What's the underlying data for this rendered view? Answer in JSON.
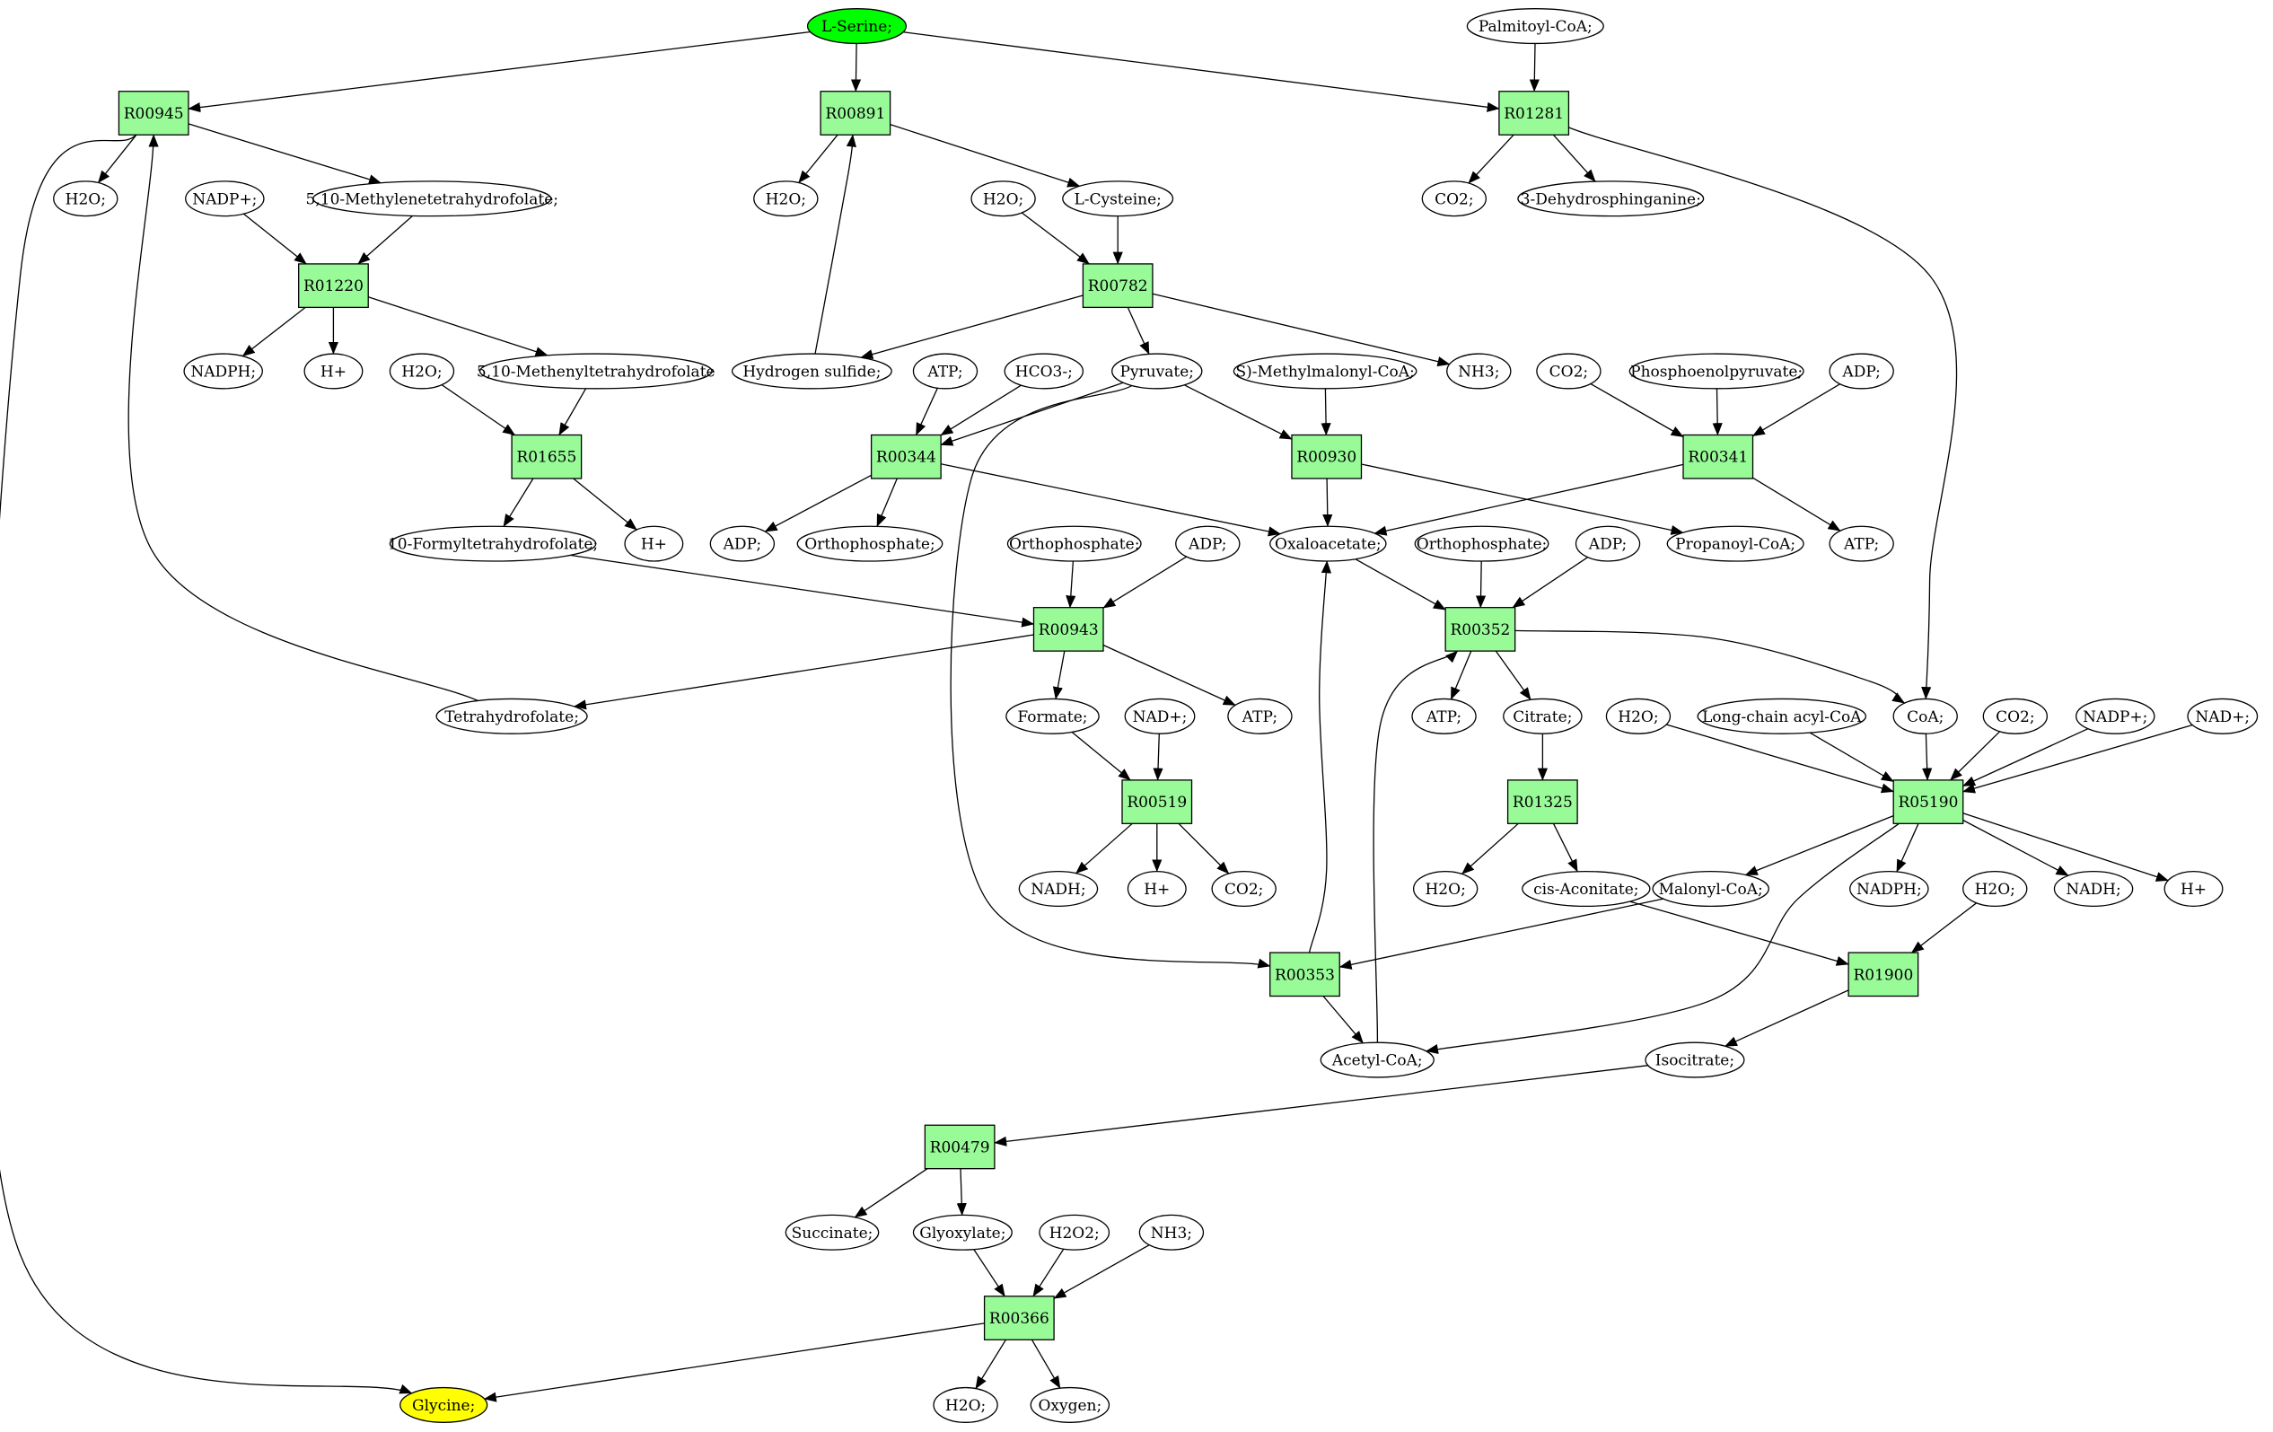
{
  "colors": {
    "reaction_fill": "#98fb98",
    "start_fill": "#00ff00",
    "end_fill": "#ffff00",
    "compound_fill": "#ffffff",
    "stroke": "#000000"
  },
  "nodes": {
    "serine": {
      "label": "L-Serine;",
      "kind": "start"
    },
    "palm": {
      "label": "Palmitoyl-CoA;",
      "kind": "compound"
    },
    "R00945": {
      "label": "R00945",
      "kind": "reaction"
    },
    "R00891": {
      "label": "R00891",
      "kind": "reaction"
    },
    "R01281": {
      "label": "R01281",
      "kind": "reaction"
    },
    "h2o_1": {
      "label": "H2O;",
      "kind": "compound"
    },
    "nadpp_1": {
      "label": "NADP+;",
      "kind": "compound"
    },
    "mthf": {
      "label": "5,10-Methylenetetrahydrofolate;",
      "kind": "compound"
    },
    "h2o_2": {
      "label": "H2O;",
      "kind": "compound"
    },
    "h2o_3": {
      "label": "H2O;",
      "kind": "compound"
    },
    "lcys": {
      "label": "L-Cysteine;",
      "kind": "compound"
    },
    "co2_1": {
      "label": "CO2;",
      "kind": "compound"
    },
    "dhs": {
      "label": "3-Dehydrosphinganine;",
      "kind": "compound"
    },
    "R01220": {
      "label": "R01220",
      "kind": "reaction"
    },
    "R00782": {
      "label": "R00782",
      "kind": "reaction"
    },
    "nadph_1": {
      "label": "NADPH;",
      "kind": "compound"
    },
    "hp_1": {
      "label": "H+",
      "kind": "compound"
    },
    "h2o_4": {
      "label": "H2O;",
      "kind": "compound"
    },
    "menthf": {
      "label": "5,10-Methenyltetrahydrofolate",
      "kind": "compound"
    },
    "h2s": {
      "label": "Hydrogen sulfide;",
      "kind": "compound"
    },
    "atp_1": {
      "label": "ATP;",
      "kind": "compound"
    },
    "hco3": {
      "label": "HCO3-;",
      "kind": "compound"
    },
    "pyr": {
      "label": "Pyruvate;",
      "kind": "compound"
    },
    "smm": {
      "label": "S)-Methylmalonyl-CoA;",
      "kind": "compound"
    },
    "nh3_1": {
      "label": "NH3;",
      "kind": "compound"
    },
    "co2_2": {
      "label": "CO2;",
      "kind": "compound"
    },
    "pep": {
      "label": "Phosphoenolpyruvate;",
      "kind": "compound"
    },
    "adp_1": {
      "label": "ADP;",
      "kind": "compound"
    },
    "R01655": {
      "label": "R01655",
      "kind": "reaction"
    },
    "R00344": {
      "label": "R00344",
      "kind": "reaction"
    },
    "R00930": {
      "label": "R00930",
      "kind": "reaction"
    },
    "R00341": {
      "label": "R00341",
      "kind": "reaction"
    },
    "fthf": {
      "label": "10-Formyltetrahydrofolate;",
      "kind": "compound"
    },
    "hp_2": {
      "label": "H+",
      "kind": "compound"
    },
    "adp_2": {
      "label": "ADP;",
      "kind": "compound"
    },
    "orth_1": {
      "label": "Orthophosphate;",
      "kind": "compound"
    },
    "orth_2": {
      "label": "Orthophosphate;",
      "kind": "compound"
    },
    "adp_3": {
      "label": "ADP;",
      "kind": "compound"
    },
    "oaa": {
      "label": "Oxaloacetate;",
      "kind": "compound"
    },
    "orth_3": {
      "label": "Orthophosphate;",
      "kind": "compound"
    },
    "adp_4": {
      "label": "ADP;",
      "kind": "compound"
    },
    "propcoa": {
      "label": "Propanoyl-CoA;",
      "kind": "compound"
    },
    "atp_2": {
      "label": "ATP;",
      "kind": "compound"
    },
    "R00943": {
      "label": "R00943",
      "kind": "reaction"
    },
    "R00352": {
      "label": "R00352",
      "kind": "reaction"
    },
    "thf": {
      "label": "Tetrahydrofolate;",
      "kind": "compound"
    },
    "formate": {
      "label": "Formate;",
      "kind": "compound"
    },
    "nadp_2": {
      "label": "NAD+;",
      "kind": "compound"
    },
    "atp_3": {
      "label": "ATP;",
      "kind": "compound"
    },
    "atp_4": {
      "label": "ATP;",
      "kind": "compound"
    },
    "citrate": {
      "label": "Citrate;",
      "kind": "compound"
    },
    "h2o_5": {
      "label": "H2O;",
      "kind": "compound"
    },
    "lcacoa": {
      "label": "Long-chain acyl-CoA",
      "kind": "compound"
    },
    "coa": {
      "label": "CoA;",
      "kind": "compound"
    },
    "co2_3": {
      "label": "CO2;",
      "kind": "compound"
    },
    "nadpp_3": {
      "label": "NADP+;",
      "kind": "compound"
    },
    "nadp_4": {
      "label": "NAD+;",
      "kind": "compound"
    },
    "R00519": {
      "label": "R00519",
      "kind": "reaction"
    },
    "R01325": {
      "label": "R01325",
      "kind": "reaction"
    },
    "R05190": {
      "label": "R05190",
      "kind": "reaction"
    },
    "nadh_1": {
      "label": "NADH;",
      "kind": "compound"
    },
    "hp_3": {
      "label": "H+",
      "kind": "compound"
    },
    "co2_4": {
      "label": "CO2;",
      "kind": "compound"
    },
    "h2o_6": {
      "label": "H2O;",
      "kind": "compound"
    },
    "cisacon": {
      "label": "cis-Aconitate;",
      "kind": "compound"
    },
    "malcoa": {
      "label": "Malonyl-CoA;",
      "kind": "compound"
    },
    "nadph_2": {
      "label": "NADPH;",
      "kind": "compound"
    },
    "h2o_7": {
      "label": "H2O;",
      "kind": "compound"
    },
    "nadh_2": {
      "label": "NADH;",
      "kind": "compound"
    },
    "hp_4": {
      "label": "H+",
      "kind": "compound"
    },
    "R00353": {
      "label": "R00353",
      "kind": "reaction"
    },
    "R01900": {
      "label": "R01900",
      "kind": "reaction"
    },
    "acetyl": {
      "label": "Acetyl-CoA;",
      "kind": "compound"
    },
    "isocit": {
      "label": "Isocitrate;",
      "kind": "compound"
    },
    "R00479": {
      "label": "R00479",
      "kind": "reaction"
    },
    "succ": {
      "label": "Succinate;",
      "kind": "compound"
    },
    "glyox": {
      "label": "Glyoxylate;",
      "kind": "compound"
    },
    "h2o2": {
      "label": "H2O2;",
      "kind": "compound"
    },
    "nh3_2": {
      "label": "NH3;",
      "kind": "compound"
    },
    "R00366": {
      "label": "R00366",
      "kind": "reaction"
    },
    "glycine": {
      "label": "Glycine;",
      "kind": "end"
    },
    "h2o_8": {
      "label": "H2O;",
      "kind": "compound"
    },
    "oxygen": {
      "label": "Oxygen;",
      "kind": "compound"
    }
  },
  "edges": [
    [
      "serine",
      "R00945"
    ],
    [
      "serine",
      "R00891"
    ],
    [
      "serine",
      "R01281"
    ],
    [
      "palm",
      "R01281"
    ],
    [
      "R00945",
      "h2o_1"
    ],
    [
      "R00945",
      "mthf"
    ],
    [
      "R00945",
      "glycine"
    ],
    [
      "R00891",
      "h2o_2"
    ],
    [
      "R00891",
      "lcys"
    ],
    [
      "R01281",
      "co2_1"
    ],
    [
      "R01281",
      "dhs"
    ],
    [
      "R01281",
      "coa"
    ],
    [
      "nadpp_1",
      "R01220"
    ],
    [
      "mthf",
      "R01220"
    ],
    [
      "R01220",
      "nadph_1"
    ],
    [
      "R01220",
      "hp_1"
    ],
    [
      "R01220",
      "menthf"
    ],
    [
      "h2o_3",
      "R00782"
    ],
    [
      "lcys",
      "R00782"
    ],
    [
      "R00782",
      "h2s"
    ],
    [
      "R00782",
      "pyr"
    ],
    [
      "R00782",
      "nh3_1"
    ],
    [
      "h2s",
      "R00891"
    ],
    [
      "h2o_4",
      "R01655"
    ],
    [
      "menthf",
      "R01655"
    ],
    [
      "R01655",
      "fthf"
    ],
    [
      "R01655",
      "hp_2"
    ],
    [
      "atp_1",
      "R00344"
    ],
    [
      "hco3",
      "R00344"
    ],
    [
      "pyr",
      "R00344"
    ],
    [
      "R00344",
      "adp_2"
    ],
    [
      "R00344",
      "orth_1"
    ],
    [
      "R00344",
      "oaa"
    ],
    [
      "pyr",
      "R00930"
    ],
    [
      "smm",
      "R00930"
    ],
    [
      "R00930",
      "oaa"
    ],
    [
      "R00930",
      "propcoa"
    ],
    [
      "co2_2",
      "R00341"
    ],
    [
      "pep",
      "R00341"
    ],
    [
      "adp_1",
      "R00341"
    ],
    [
      "R00341",
      "oaa"
    ],
    [
      "R00341",
      "atp_2"
    ],
    [
      "fthf",
      "R00943"
    ],
    [
      "orth_2",
      "R00943"
    ],
    [
      "adp_3",
      "R00943"
    ],
    [
      "R00943",
      "thf"
    ],
    [
      "R00943",
      "formate"
    ],
    [
      "R00943",
      "atp_3"
    ],
    [
      "thf",
      "R00945"
    ],
    [
      "oaa",
      "R00352"
    ],
    [
      "orth_3",
      "R00352"
    ],
    [
      "adp_4",
      "R00352"
    ],
    [
      "acetyl",
      "R00352"
    ],
    [
      "R00352",
      "atp_4"
    ],
    [
      "R00352",
      "citrate"
    ],
    [
      "R00352",
      "coa"
    ],
    [
      "formate",
      "R00519"
    ],
    [
      "nadp_2",
      "R00519"
    ],
    [
      "R00519",
      "nadh_1"
    ],
    [
      "R00519",
      "hp_3"
    ],
    [
      "R00519",
      "co2_4"
    ],
    [
      "citrate",
      "R01325"
    ],
    [
      "R01325",
      "h2o_6"
    ],
    [
      "R01325",
      "cisacon"
    ],
    [
      "h2o_5",
      "R05190"
    ],
    [
      "lcacoa",
      "R05190"
    ],
    [
      "coa",
      "R05190"
    ],
    [
      "co2_3",
      "R05190"
    ],
    [
      "nadpp_3",
      "R05190"
    ],
    [
      "nadp_4",
      "R05190"
    ],
    [
      "R05190",
      "malcoa"
    ],
    [
      "R05190",
      "nadph_2"
    ],
    [
      "R05190",
      "nadh_2"
    ],
    [
      "R05190",
      "hp_4"
    ],
    [
      "R05190",
      "acetyl"
    ],
    [
      "pyr",
      "R00353"
    ],
    [
      "malcoa",
      "R00353"
    ],
    [
      "R00353",
      "oaa"
    ],
    [
      "R00353",
      "acetyl"
    ],
    [
      "cisacon",
      "R01900"
    ],
    [
      "h2o_7",
      "R01900"
    ],
    [
      "R01900",
      "isocit"
    ],
    [
      "isocit",
      "R00479"
    ],
    [
      "R00479",
      "succ"
    ],
    [
      "R00479",
      "glyox"
    ],
    [
      "glyox",
      "R00366"
    ],
    [
      "h2o2",
      "R00366"
    ],
    [
      "nh3_2",
      "R00366"
    ],
    [
      "R00366",
      "glycine"
    ],
    [
      "R00366",
      "h2o_8"
    ],
    [
      "R00366",
      "oxygen"
    ]
  ]
}
